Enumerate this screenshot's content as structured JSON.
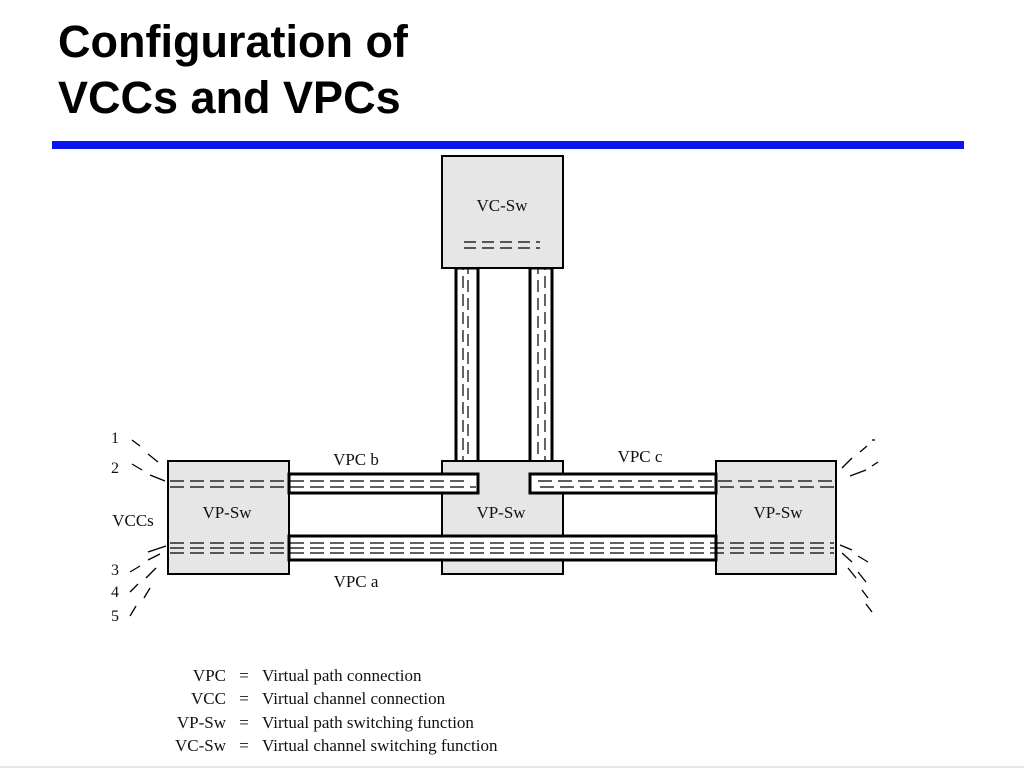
{
  "slide": {
    "title_line1": "Configuration of",
    "title_line2": "VCCs and VPCs",
    "accent_color": "#0a14f0"
  },
  "diagram": {
    "switches": {
      "vc_top": "VC-Sw",
      "vp_left": "VP-Sw",
      "vp_center": "VP-Sw",
      "vp_right": "VP-Sw"
    },
    "vpc_labels": {
      "b": "VPC b",
      "c": "VPC c",
      "a": "VPC a"
    },
    "vccs_label": "VCCs",
    "vcc_numbers": [
      "1",
      "2",
      "3",
      "4",
      "5"
    ],
    "box_fill": "#e6e6e6"
  },
  "legend": [
    {
      "abbr": "VPC",
      "eq": "=",
      "definition": "Virtual path connection"
    },
    {
      "abbr": "VCC",
      "eq": "=",
      "definition": "Virtual channel connection"
    },
    {
      "abbr": "VP-Sw",
      "eq": "=",
      "definition": "Virtual path switching function"
    },
    {
      "abbr": "VC-Sw",
      "eq": "=",
      "definition": "Virtual channel switching function"
    }
  ]
}
